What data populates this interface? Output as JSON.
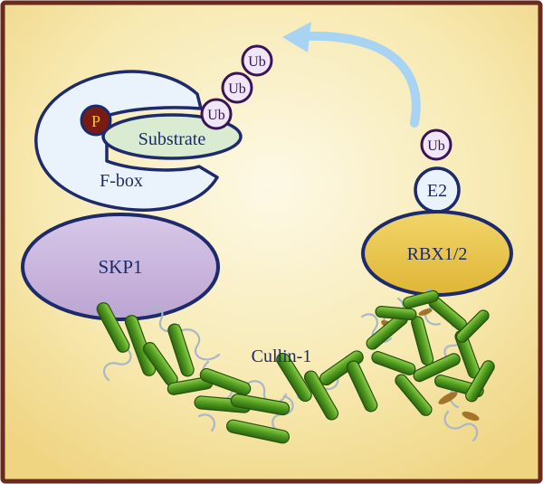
{
  "diagram": {
    "phospho_label": "P",
    "substrate_label": "Substrate",
    "fbox_label": "F-box",
    "skp1_label": "SKP1",
    "cullin_label": "Cullin-1",
    "rbx_label": "RBX1/2",
    "e2_label": "E2",
    "ubiquitin_label": "Ub"
  },
  "colors": {
    "frame": "#6b2a1e",
    "background_center": "#fbf6d6",
    "background_edge": "#f0d988",
    "outline_navy": "#1d2a6b",
    "fbox_fill": "#eaf3fb",
    "substrate_fill": "#d9ecd2",
    "phospho_fill": "#7a1b12",
    "phospho_text": "#f2c230",
    "skp1_fill": "#c9b6dd",
    "rbx_fill": "#e8c24a",
    "ub_outline": "#3a1456",
    "ub_fill": "#efe6f7",
    "arrow": "#a9d3f2",
    "helix_green": "#4f9a1f",
    "loop_gray": "#a9b8c6"
  },
  "icons": [
    "ubiquitin-chain-icon",
    "transfer-arrow-icon",
    "cullin-helix-icon"
  ]
}
